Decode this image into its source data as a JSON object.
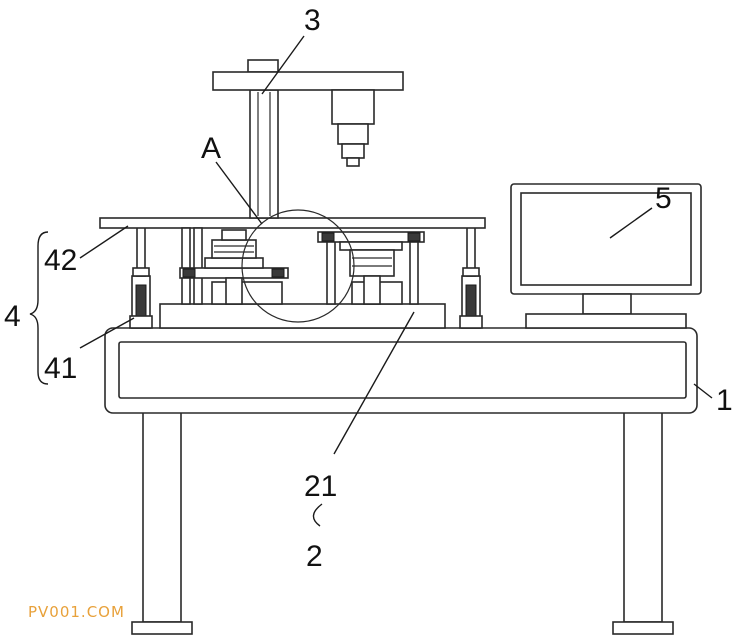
{
  "labels": {
    "table": "1",
    "base": "2",
    "platform_21": "21",
    "column_3": "3",
    "detail_a": "A",
    "lift_4": "4",
    "lift_41": "41",
    "lift_42": "42",
    "monitor_5": "5"
  },
  "watermark": "PV001.COM",
  "colors": {
    "line": "#2a2a2a",
    "watermark": "#e8a13a"
  }
}
